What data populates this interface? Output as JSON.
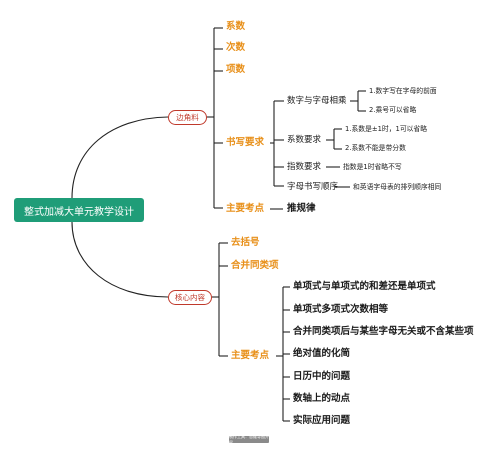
{
  "root": "整式加减大单元教学设计",
  "branches": {
    "left_corner": {
      "label": "边角料",
      "items": [
        "系数",
        "次数",
        "项数"
      ],
      "writing": {
        "label": "书写要求",
        "groups": [
          {
            "label": "数字与字母相乘",
            "details": [
              "1.数字写在字母的前面",
              "2.乘号可以省略"
            ]
          },
          {
            "label": "系数要求",
            "details": [
              "1.系数是±1时，1可以省略",
              "2.系数不能是带分数"
            ]
          },
          {
            "label": "指数要求",
            "details": [
              "指数是1时省略不写"
            ]
          },
          {
            "label": "字母书写顺序",
            "details": [
              "和英语字母表的排列顺序相同"
            ]
          }
        ]
      },
      "key_point": {
        "label": "主要考点",
        "content": "推规律"
      }
    },
    "core": {
      "label": "核心内容",
      "items": [
        "去括号",
        "合并同类项"
      ],
      "key_point": {
        "label": "主要考点",
        "items": [
          "单项式与单项式的和差还是单项式",
          "单项式多项式次数相等",
          "合并同类项后与某些字母无关或不含某些项",
          "绝对值的化简",
          "日历中的问题",
          "数轴上的动点",
          "实际应用问题"
        ]
      }
    }
  },
  "watermark": "制作工具：思维导图开展",
  "colors": {
    "root_fill": "#1f9d78",
    "branch_border": "#c0392b",
    "orange": "#e8901a",
    "line": "#222222"
  }
}
